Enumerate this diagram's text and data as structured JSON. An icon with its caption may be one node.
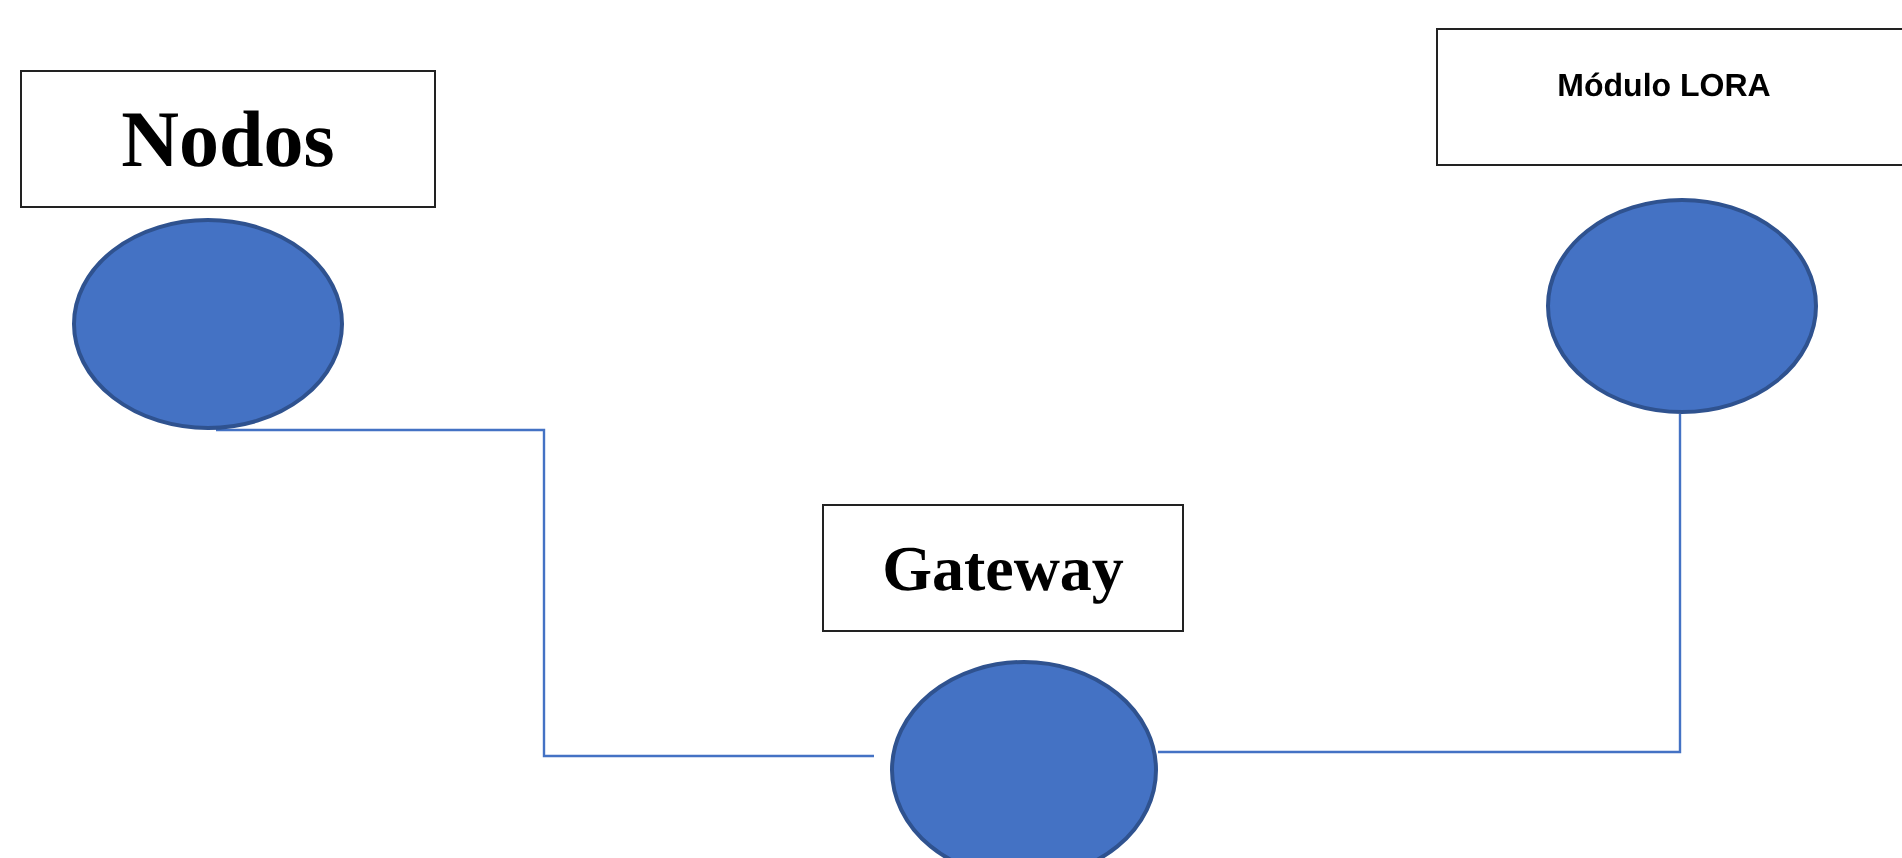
{
  "diagram": {
    "nodes": [
      {
        "text": [
          "Nodos"
        ]
      },
      {
        "text": [
          "Módulo LORA"
        ]
      },
      {
        "text": [],
        "shape": "circle"
      },
      {
        "text": [],
        "shape": "circle"
      },
      {
        "text": [
          "Gateway"
        ]
      },
      {
        "text": [],
        "shape": "circle"
      }
    ],
    "edges": [
      {
        "from": 2,
        "to": 5,
        "arrow": "none"
      },
      {
        "from": 5,
        "to": 3,
        "arrow": "none"
      }
    ]
  }
}
